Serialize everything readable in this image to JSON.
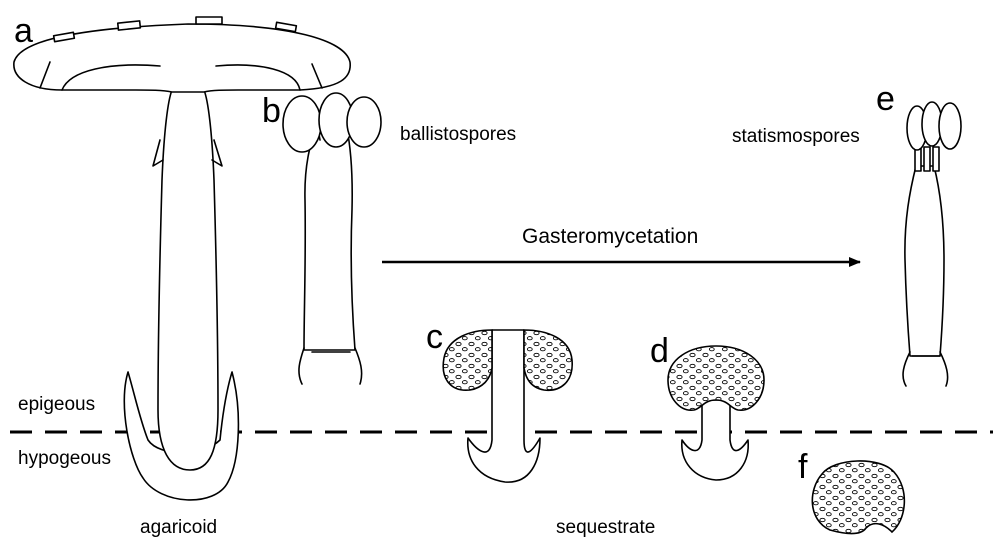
{
  "panels": {
    "a": "a",
    "b": "b",
    "c": "c",
    "d": "d",
    "e": "e",
    "f": "f"
  },
  "labels": {
    "ballistospores": "ballistospores",
    "statismospores": "statismospores",
    "process": "Gasteromycetation",
    "epigeous": "epigeous",
    "hypogeous": "hypogeous",
    "agaricoid": "agaricoid",
    "sequestrate": "sequestrate"
  }
}
